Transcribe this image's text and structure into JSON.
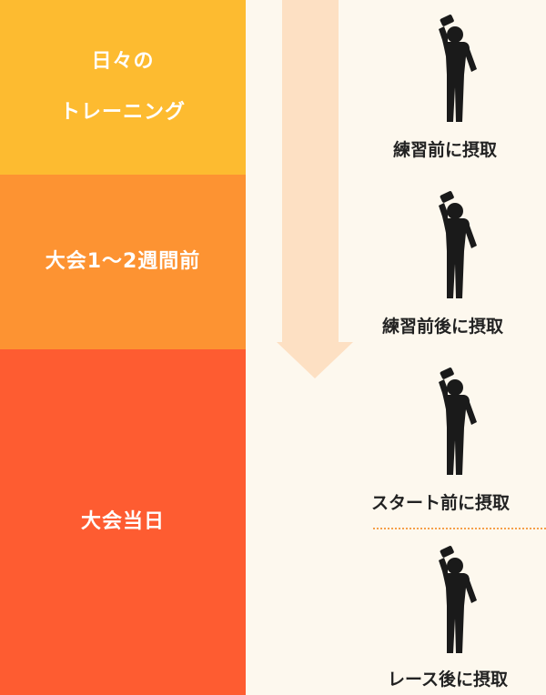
{
  "stages": [
    {
      "label": "日々の\nトレーニング",
      "color": "#fdbb30"
    },
    {
      "label": "大会1〜2週間前",
      "color": "#fd9332"
    },
    {
      "label": "大会当日",
      "color": "#fe5c31"
    }
  ],
  "timings": [
    {
      "label": "練習前に摂取",
      "icon": "person-drinking-icon"
    },
    {
      "label": "練習前後に摂取",
      "icon": "person-drinking-icon"
    },
    {
      "label": "スタート前に摂取",
      "icon": "person-drinking-icon"
    },
    {
      "label": "レース後に摂取",
      "icon": "person-drinking-icon"
    }
  ],
  "colors": {
    "background": "#fdf8ee",
    "arrow": "#fde0c3",
    "divider": "#f5a04a",
    "figure": "#1a1a1a"
  }
}
